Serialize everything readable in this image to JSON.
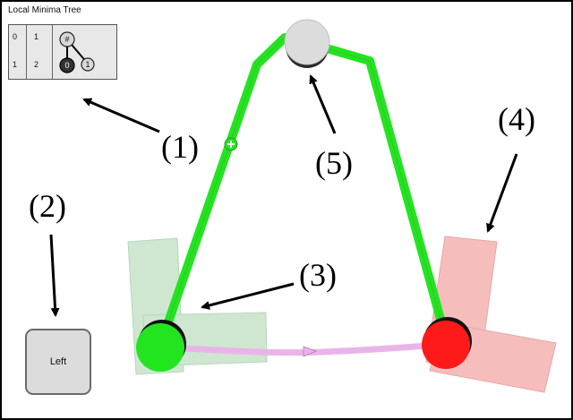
{
  "panel": {
    "title": "Local Minima Tree",
    "rows": [
      {
        "a": "0",
        "b": "1"
      },
      {
        "a": "1",
        "b": "2"
      }
    ],
    "tree": {
      "root_label": "#",
      "child_labels": [
        "0",
        "1"
      ]
    }
  },
  "callouts": [
    "(1)",
    "(2)",
    "(3)",
    "(4)",
    "(5)"
  ],
  "button": {
    "label": "Left"
  },
  "colors": {
    "green": "#22e51f",
    "green_light": "#b9dcbc",
    "red": "#ff1a1a",
    "red_light": "#f4a8a8",
    "grey_node": "#dcdcdc",
    "path_pink": "#e9b5e9"
  }
}
